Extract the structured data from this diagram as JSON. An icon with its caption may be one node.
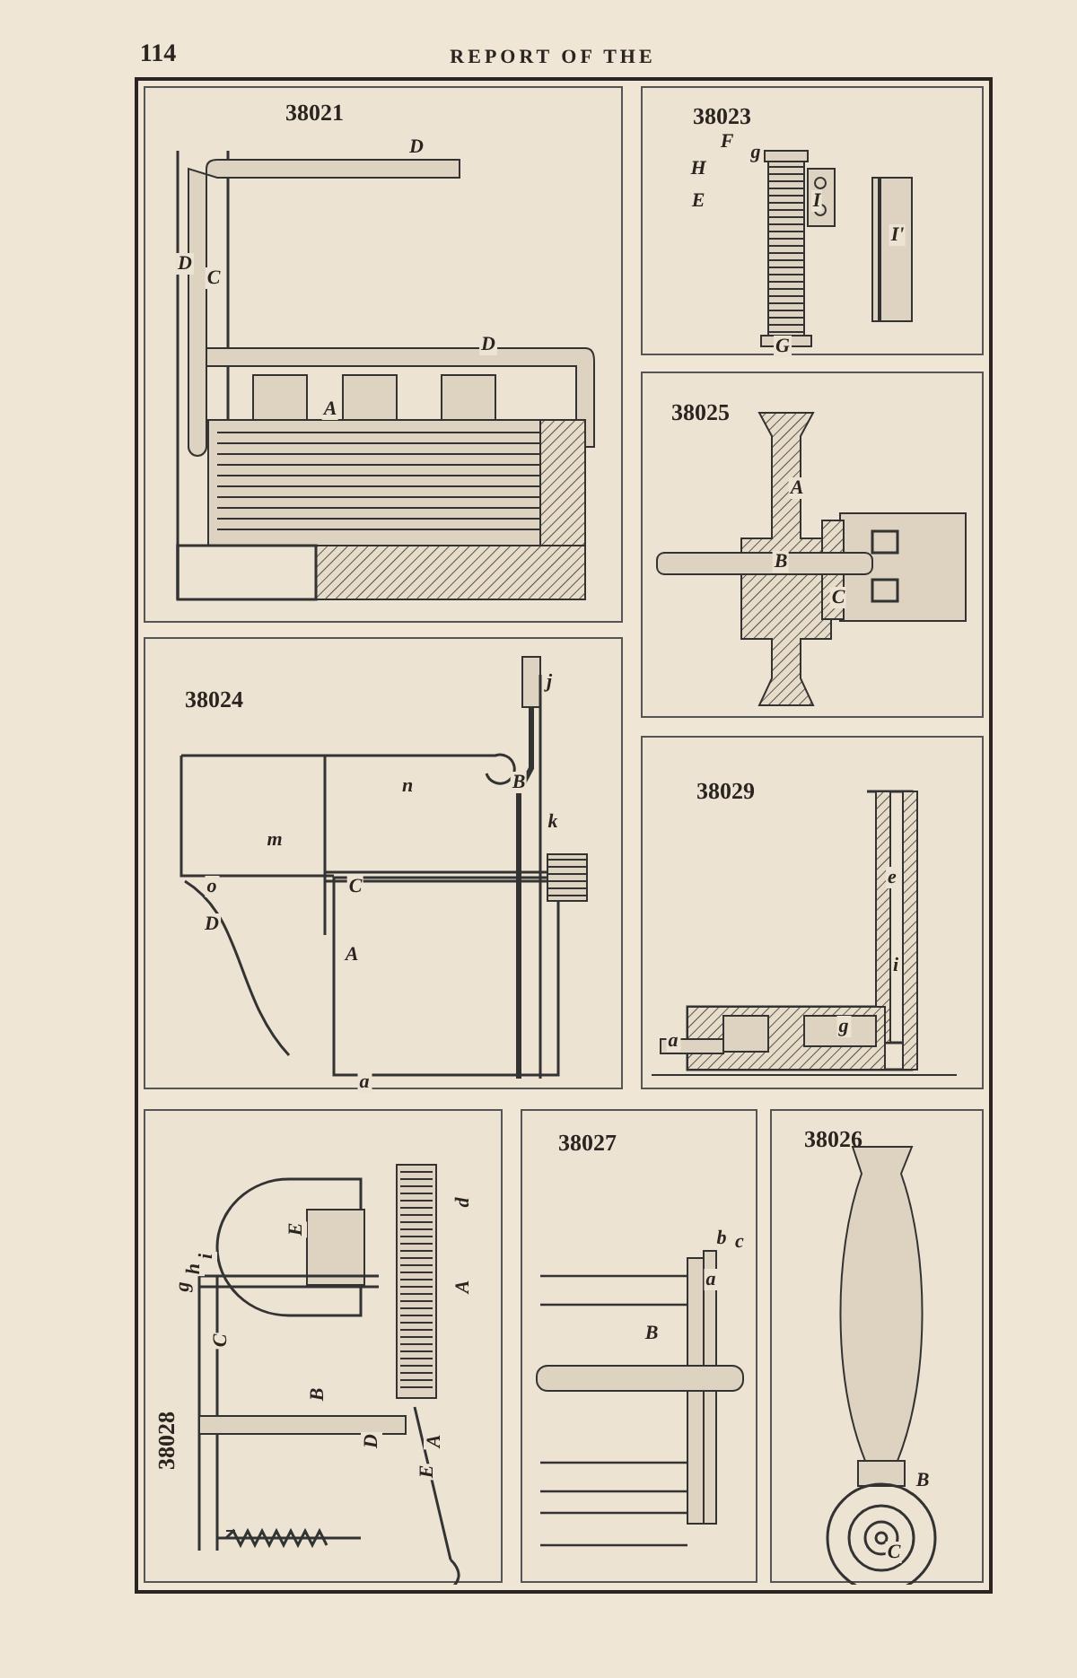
{
  "diagram": {
    "nodes": [
      {
        "text": [
          "38021"
        ]
      },
      {
        "text": [
          "38023"
        ]
      },
      {
        "text": [
          "38025"
        ]
      },
      {
        "text": [
          "38024"
        ]
      },
      {
        "text": [
          "38029"
        ]
      },
      {
        "text": [
          "38028"
        ]
      },
      {
        "text": [
          "38027"
        ]
      },
      {
        "text": [
          "38026"
        ]
      }
    ],
    "edges": [],
    "labels": [
      "114",
      "REPORT OF THE",
      "D",
      "D",
      "C",
      "D",
      "A",
      "F",
      "g",
      "H",
      "E",
      "I",
      "I'",
      "G",
      "A",
      "B",
      "C",
      "j",
      "n",
      "B",
      "k",
      "m",
      "o",
      "C",
      "D",
      "A",
      "a",
      "e",
      "i",
      "g",
      "a",
      "d",
      "g",
      "h",
      "i",
      "E",
      "A",
      "C",
      "B",
      "D",
      "A",
      "E",
      "b",
      "c",
      "a",
      "B",
      "B",
      "C"
    ]
  }
}
